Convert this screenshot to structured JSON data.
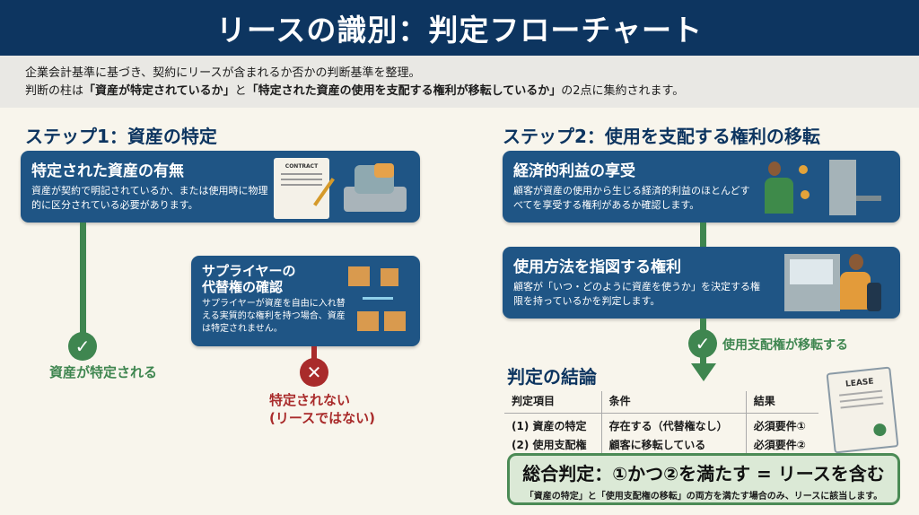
{
  "title": "リースの識別：判定フローチャート",
  "intro": {
    "line1": "企業会計基準に基づき、契約にリースが含まれるか否かの判断基準を整理。",
    "line2_prefix": "判断の柱は",
    "pillar1": "「資産が特定されているか」",
    "connector": "と",
    "pillar2": "「特定された資産の使用を支配する権利が移転しているか」",
    "line2_suffix": "の2点に集約されます。"
  },
  "step1": {
    "heading": "ステップ1：資産の特定",
    "card1": {
      "title": "特定された資産の有無",
      "body": "資産が契約で明記されているか、または使用時に物理的に区分されている必要があります。",
      "contract_label": "CONTRACT"
    },
    "card2": {
      "title_l1": "サプライヤーの",
      "title_l2": "代替権の確認",
      "body": "サプライヤーが資産を自由に入れ替える実質的な権利を持つ場合、資産は特定されません。"
    },
    "yes_label": "資産が特定される",
    "no_label_l1": "特定されない",
    "no_label_l2": "(リースではない)"
  },
  "step2": {
    "heading": "ステップ2：使用を支配する権利の移転",
    "card1": {
      "title": "経済的利益の享受",
      "body": "顧客が資産の使用から生じる経済的利益のほとんどすべてを享受する権利があるか確認します。"
    },
    "card2": {
      "title": "使用方法を指図する権利",
      "body": "顧客が「いつ・どのように資産を使うか」を決定する権限を持っているかを判定します。"
    },
    "yes_label": "使用支配権が移転する"
  },
  "conclusion": {
    "heading": "判定の結論",
    "columns": [
      "判定項目",
      "条件",
      "結果"
    ],
    "rows": [
      [
        "(1) 資産の特定",
        "存在する（代替権なし）",
        "必須要件①"
      ],
      [
        "(2) 使用支配権",
        "顧客に移転している",
        "必須要件②"
      ]
    ],
    "lease_label": "LEASE",
    "overall": "総合判定：①かつ②を満たす = リースを含む",
    "overall_note": "「資産の特定」と「使用支配権の移転」の両方を満たす場合のみ、リースに該当します。"
  },
  "colors": {
    "navy": "#0d3560",
    "card": "#1f5585",
    "green": "#3f8650",
    "red": "#a92b2b"
  }
}
